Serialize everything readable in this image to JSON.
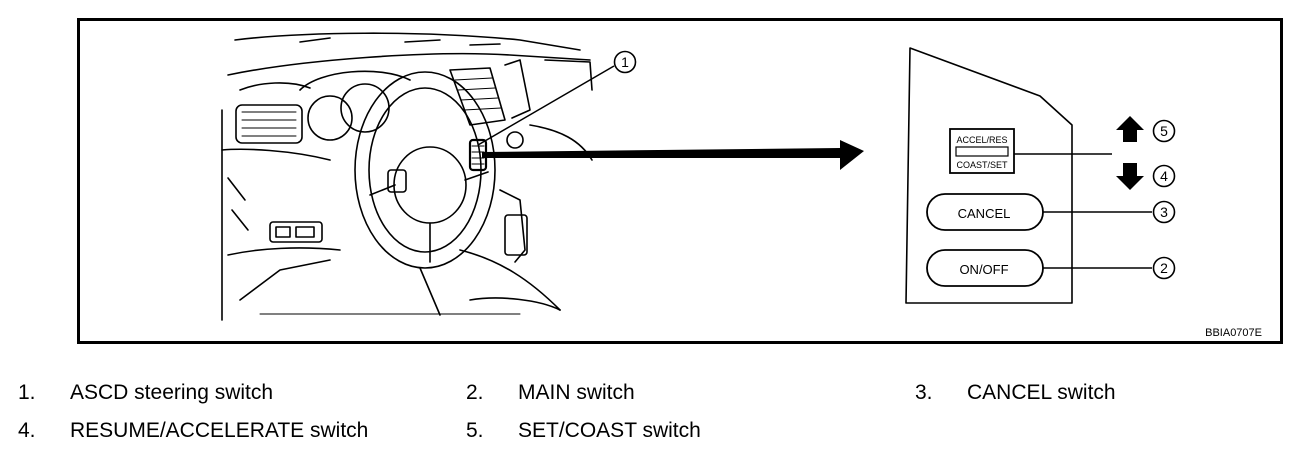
{
  "figure": {
    "code": "BBIA0707E",
    "callouts": [
      "1",
      "2",
      "3",
      "4",
      "5"
    ],
    "switch_panel": {
      "accel_res_label": "ACCEL/RES",
      "coast_set_label": "COAST/SET",
      "cancel_label": "CANCEL",
      "onoff_label": "ON/OFF"
    }
  },
  "legend": [
    {
      "num": "1.",
      "text": "ASCD steering switch"
    },
    {
      "num": "2.",
      "text": "MAIN switch"
    },
    {
      "num": "3.",
      "text": "CANCEL switch"
    },
    {
      "num": "4.",
      "text": "RESUME/ACCELERATE switch"
    },
    {
      "num": "5.",
      "text": "SET/COAST switch"
    }
  ]
}
